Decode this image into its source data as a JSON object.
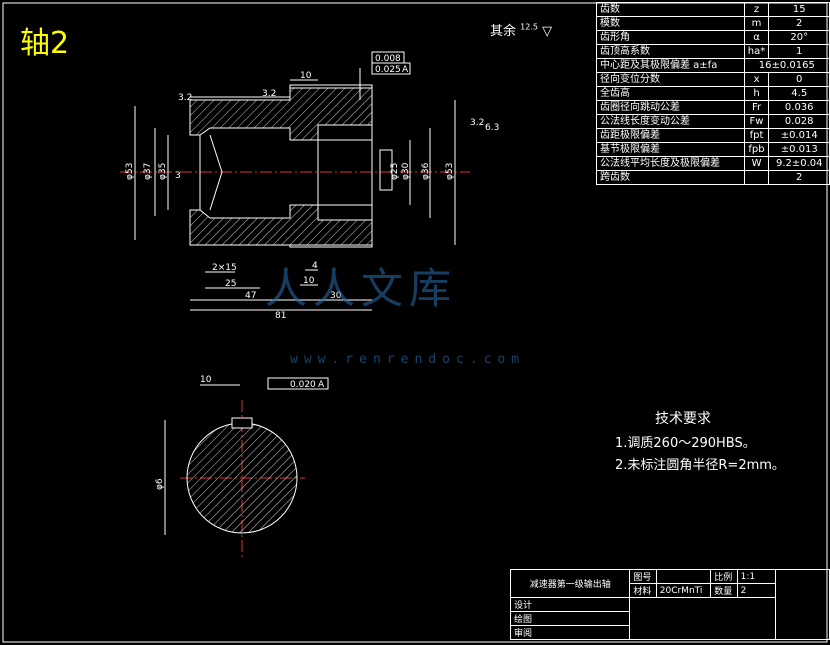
{
  "drawing_title": "轴2",
  "roughness_note": "其余",
  "roughness_value": "12.5",
  "params": [
    {
      "name": "齿数",
      "sym": "z",
      "val": "15"
    },
    {
      "name": "模数",
      "sym": "m",
      "val": "2"
    },
    {
      "name": "齿形角",
      "sym": "α",
      "val": "20°"
    },
    {
      "name": "齿顶高系数",
      "sym": "ha*",
      "val": "1"
    },
    {
      "name": "中心距及其极限偏差 a±fa",
      "span": "16±0.0165"
    },
    {
      "name": "径向变位分数",
      "sym": "x",
      "val": "0"
    },
    {
      "name": "全齿高",
      "sym": "h",
      "val": "4.5"
    },
    {
      "name": "齿圈径向跳动公差",
      "sym": "Fr",
      "val": "0.036"
    },
    {
      "name": "公法线长度变动公差",
      "sym": "Fw",
      "val": "0.028"
    },
    {
      "name": "齿距极限偏差",
      "sym": "fpt",
      "val": "±0.014"
    },
    {
      "name": "基节极限偏差",
      "sym": "fpb",
      "val": "±0.013"
    },
    {
      "name": "公法线平均长度及极限偏差",
      "sym": "W",
      "val": "9.2±0.04"
    },
    {
      "name": "跨齿数",
      "sym": "",
      "val": "2"
    }
  ],
  "tech": {
    "heading": "技术要求",
    "line1": "1.调质260～290HBS。",
    "line2": "2.未标注圆角半径R=2mm。"
  },
  "titleblock": {
    "part_name": "减速器第一级输出轴",
    "figno_label": "图号",
    "scale_label": "比例",
    "scale_value": "1:1",
    "material_label": "材料",
    "material_value": "20CrMnTi",
    "qty_label": "数量",
    "qty_value": "2",
    "design_label": "设计",
    "draw_label": "绘图",
    "review_label": "审阅"
  },
  "dims": {
    "d81": "81",
    "d47": "47",
    "d30": "30",
    "d10a": "10",
    "d10b": "10",
    "d4": "4",
    "d25": "25",
    "dchamf": "2×15",
    "d3": "3",
    "d32a": "3.2",
    "d32b": "3.2",
    "d32c": "3.2",
    "d63": "6.3",
    "phi37": "φ37",
    "phi35": "φ35",
    "phi53": "φ53",
    "phi36": "φ36",
    "phi30": "φ30",
    "phi25": "φ25",
    "tol1": "0.008",
    "tol2": "0.025",
    "tolA": "A",
    "tol3": "0.020",
    "key": "10",
    "phi6": "φ6"
  },
  "watermark": "人人文库",
  "watermark_url": "www.renrendoc.com"
}
